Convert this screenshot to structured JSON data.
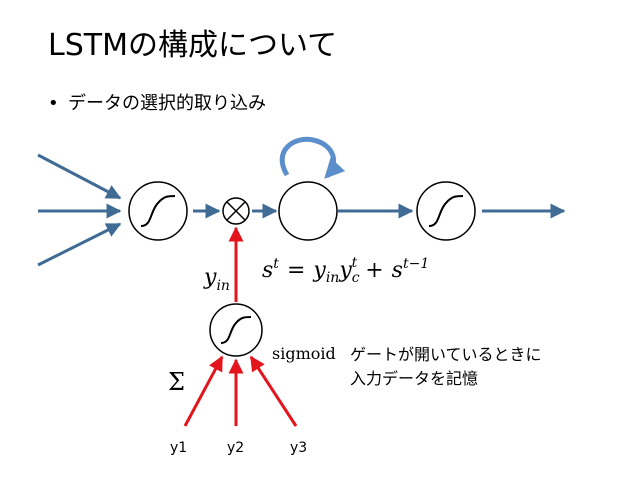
{
  "title": "LSTMの構成について",
  "bullet": {
    "marker": "•",
    "text": "データの選択的取り込み"
  },
  "diagram": {
    "equation": {
      "s": "s",
      "t_sup": "t",
      "equals": "=",
      "y": "y",
      "in_sub": "in",
      "y2": "y",
      "c_sub": "c",
      "t_sup2": "t",
      "plus": "+",
      "s2": "s",
      "tm1_sup": "t−1"
    },
    "gate_label": {
      "y": "y",
      "sub": "in"
    },
    "sigmoid_label": "sigmoid",
    "sum_symbol": "Σ",
    "inputs": [
      "y1",
      "y2",
      "y3"
    ],
    "note_lines": [
      "ゲートが開いているときに",
      "入力データを記憶"
    ],
    "colors": {
      "flow_arrow": "#3f6b94",
      "input_arrow": "#e3141b",
      "recurrent_arrow": "#5b8ecb",
      "node_stroke": "#000000"
    }
  }
}
